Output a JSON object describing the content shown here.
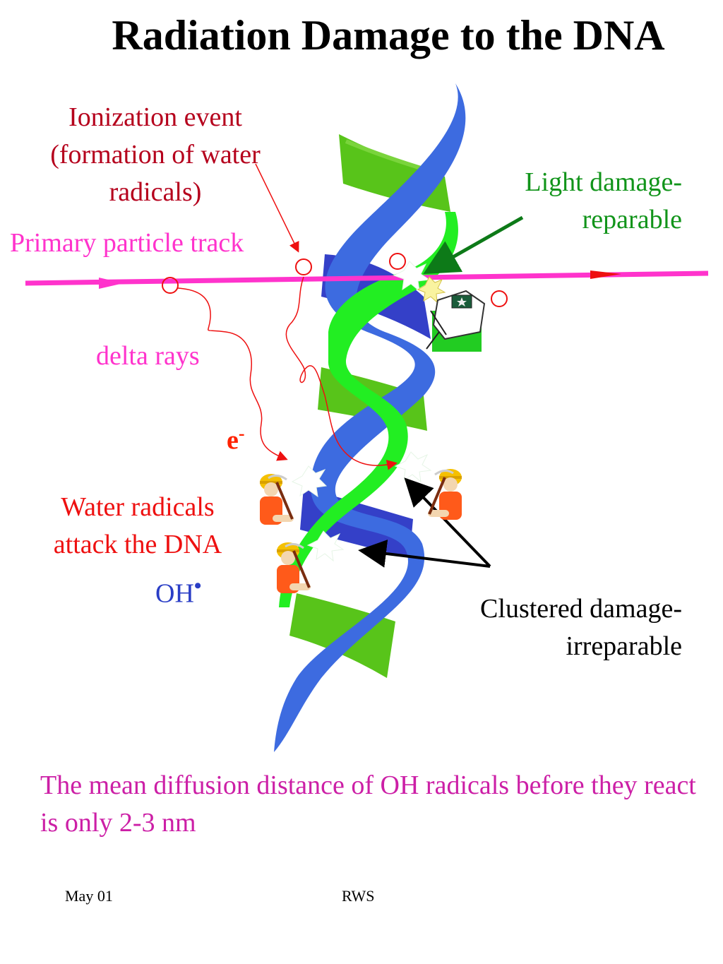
{
  "slide": {
    "title": "Radiation Damage to the DNA",
    "labels": {
      "ionization": "Ionization event (formation of water radicals)",
      "primary_track": "Primary particle track",
      "light_damage_line1": "Light damage-",
      "light_damage_line2": "reparable",
      "delta_rays": "delta rays",
      "electron": "e",
      "electron_charge": "-",
      "water_radicals": "Water radicals attack the DNA",
      "oh": "OH",
      "oh_dot": "•",
      "clustered_line1": "Clustered damage-",
      "clustered_line2": "irreparable"
    },
    "caption": "The mean diffusion distance of OH radicals before they react is only 2-3 nm",
    "footer": {
      "date": "May 01",
      "author": "RWS"
    }
  },
  "colors": {
    "track": "#ff33cc",
    "strand_blue": "#3d6be0",
    "strand_blue_dark": "#3440c8",
    "strand_green": "#22ee22",
    "strand_green_dark": "#58c41a",
    "delta_ray": "#ee1010",
    "arrow_green": "#0d7a18"
  },
  "icons": [
    "repair-worker-icon",
    "miner-icon",
    "damage-burst-icon",
    "electron-circle-icon"
  ]
}
